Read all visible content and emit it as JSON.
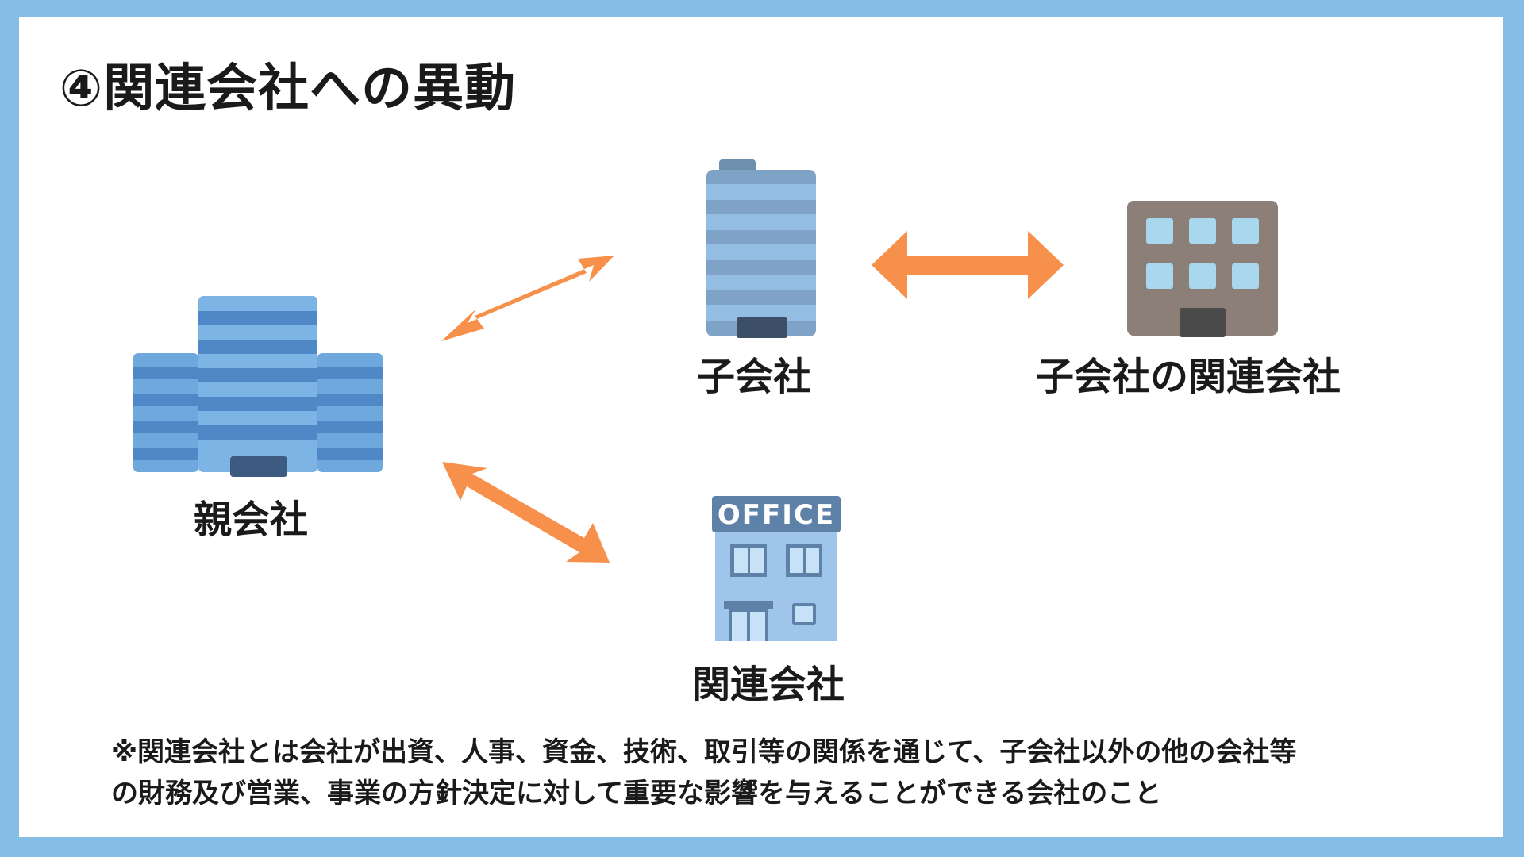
{
  "title": "④関連会社への異動",
  "nodes": {
    "parent": {
      "label": "親会社"
    },
    "subsidiary": {
      "label": "子会社"
    },
    "subsidiary_affiliate": {
      "label": "子会社の関連会社"
    },
    "affiliate": {
      "label": "関連会社",
      "sign": "OFFICE"
    }
  },
  "note": {
    "line1": "※関連会社とは会社が出資、人事、資金、技術、取引等の関係を通じて、子会社以外の他の会社等",
    "line2": "の財務及び営業、事業の方針決定に対して重要な影響を与えることができる会社のこと"
  },
  "colors": {
    "frame": "#85BDE6",
    "arrow": "#F7904A",
    "parent_building": "#5B9BD5",
    "subsidiary_building": "#7FA3C7",
    "affiliate_building": "#5E81A8",
    "sub_affiliate_building": "#8C7F77"
  },
  "icons": [
    "parent-building-icon",
    "subsidiary-building-icon",
    "sub-affiliate-building-icon",
    "office-building-icon",
    "bidirectional-arrow-icon"
  ]
}
